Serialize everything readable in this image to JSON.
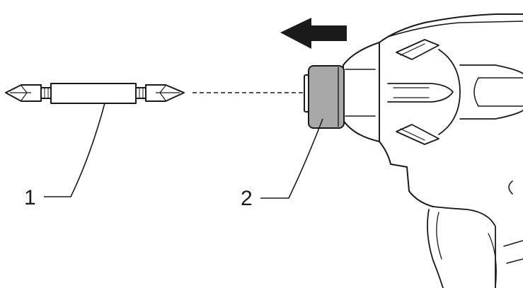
{
  "callouts": [
    {
      "number": "1",
      "part": "driver-bit"
    },
    {
      "number": "2",
      "part": "bit-sleeve"
    }
  ],
  "colors": {
    "line": "#1a1a1a",
    "sleeve_fill": "#a8a8a8",
    "background": "#ffffff"
  },
  "icons": {
    "direction": "arrow-left-icon"
  }
}
